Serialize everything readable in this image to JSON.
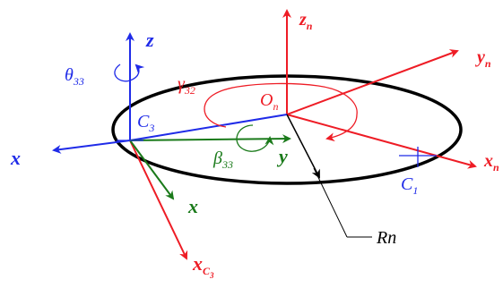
{
  "colors": {
    "red": "#ee1c25",
    "blue": "#1f2be8",
    "green": "#1a7a1a",
    "black": "#000000"
  },
  "labels": {
    "z_n": {
      "main": "z",
      "sub": "n"
    },
    "y_n": {
      "main": "y",
      "sub": "n"
    },
    "x_n": {
      "main": "x",
      "sub": "n"
    },
    "O_n": {
      "main": "O",
      "sub": "n"
    },
    "z_blue": "z",
    "x_blue": "x",
    "y_green": "y",
    "x_green": "x",
    "x_C3": {
      "main": "x",
      "sub": "C",
      "subsub": "3"
    },
    "theta33": {
      "main": "θ",
      "sub": "33"
    },
    "gamma32": {
      "main": "γ",
      "sub": "32"
    },
    "beta33": {
      "main": "β",
      "sub": "33"
    },
    "C3": {
      "main": "C",
      "sub": "3"
    },
    "C1": {
      "main": "C",
      "sub": "1"
    },
    "Rn": "Rn"
  }
}
